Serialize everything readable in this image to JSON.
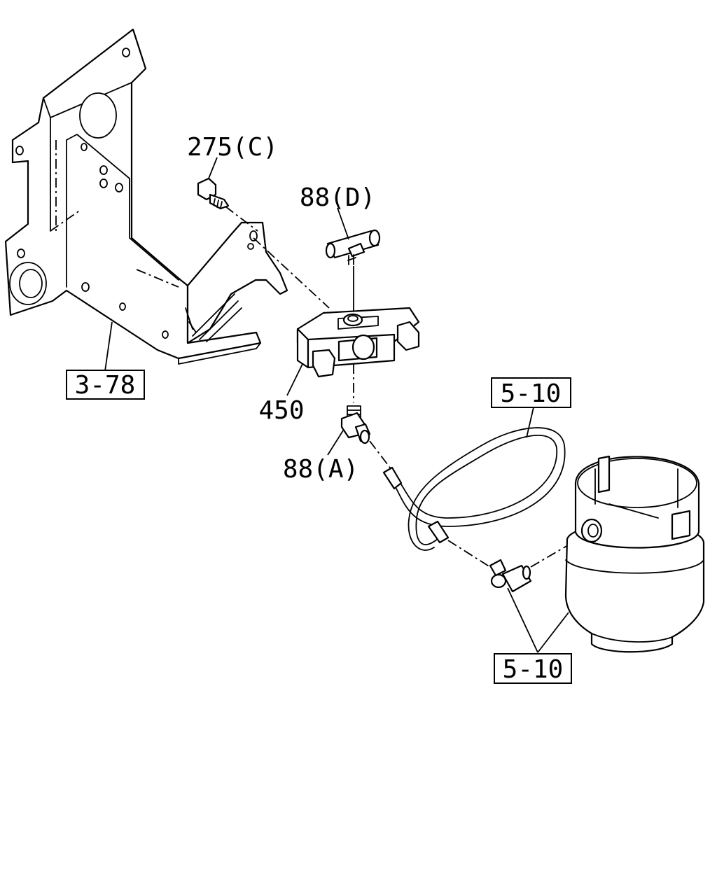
{
  "labels": {
    "bracket_ref": "3-78",
    "bolt": "275(C)",
    "tee_fitting": "88(D)",
    "block": "450",
    "elbow_fitting": "88(A)",
    "hose_ref": "5-10",
    "air_spring_ref": "5-10"
  }
}
